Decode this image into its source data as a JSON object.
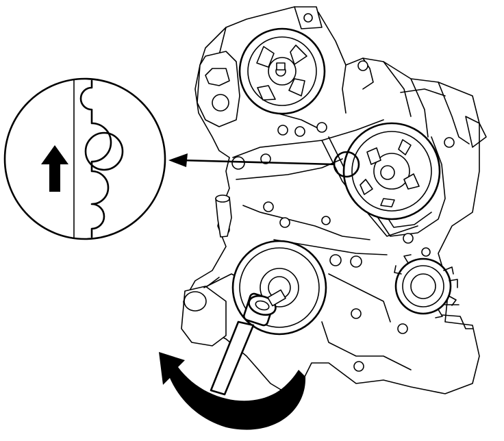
{
  "diagram": {
    "text": [],
    "colors": {
      "ink": "#000000",
      "paper": "#ffffff"
    },
    "elements": {
      "detail_view": "magnified-timing-mark-detail",
      "pointer": "leader-arrow-to-mark",
      "rotation": "crankshaft-rotation-arrow",
      "tool": "socket-wrench"
    }
  }
}
